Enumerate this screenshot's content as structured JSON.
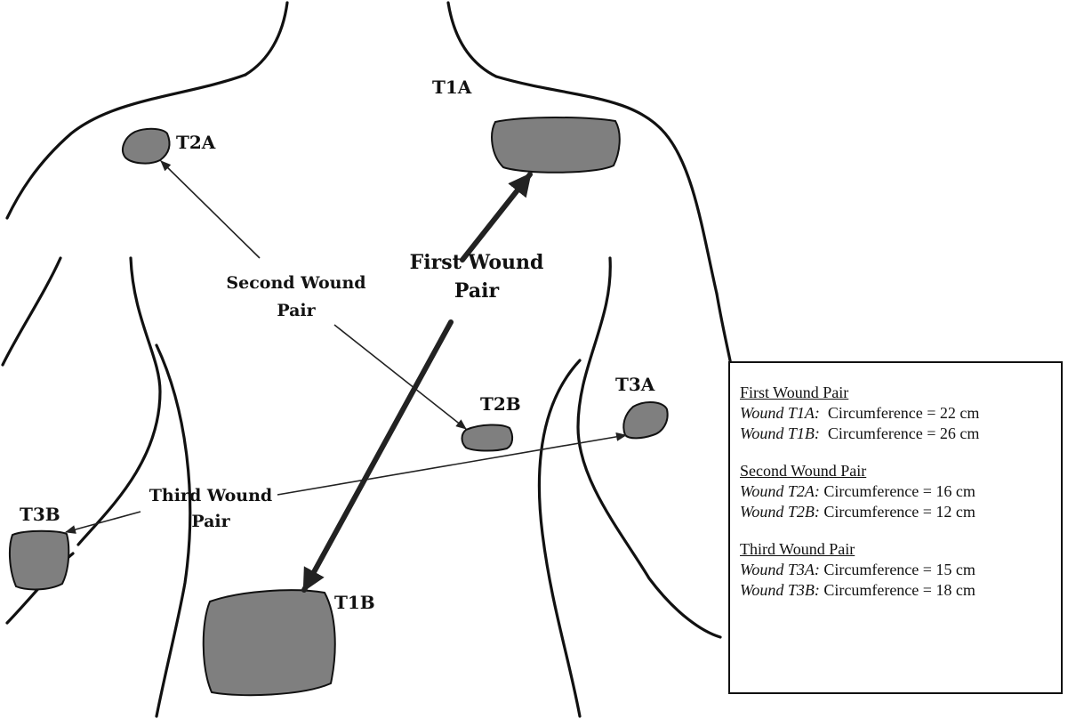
{
  "wounds": {
    "t1a": "T1A",
    "t1b": "T1B",
    "t2a": "T2A",
    "t2b": "T2B",
    "t3a": "T3A",
    "t3b": "T3B"
  },
  "pair_labels": {
    "first": [
      "First Wound",
      "Pair"
    ],
    "second": [
      "Second Wound",
      "Pair"
    ],
    "third": [
      "Third Wound",
      "Pair"
    ]
  },
  "legend": [
    {
      "title": "First Wound Pair",
      "rows": [
        {
          "wound": "Wound T1A:",
          "text": "Circumference = 22 cm"
        },
        {
          "wound": "Wound T1B:",
          "text": "Circumference = 26 cm"
        }
      ]
    },
    {
      "title": "Second Wound Pair",
      "rows": [
        {
          "wound": "Wound T2A:",
          "text": "Circumference = 16 cm"
        },
        {
          "wound": "Wound T2B:",
          "text": "Circumference = 12 cm"
        }
      ]
    },
    {
      "title": "Third Wound Pair",
      "rows": [
        {
          "wound": "Wound T3A:",
          "text": "Circumference = 15 cm"
        },
        {
          "wound": "Wound T3B:",
          "text": "Circumference = 18 cm"
        }
      ]
    }
  ],
  "colors": {
    "wound_fill": "#7f7f7f",
    "outline": "#111111"
  }
}
